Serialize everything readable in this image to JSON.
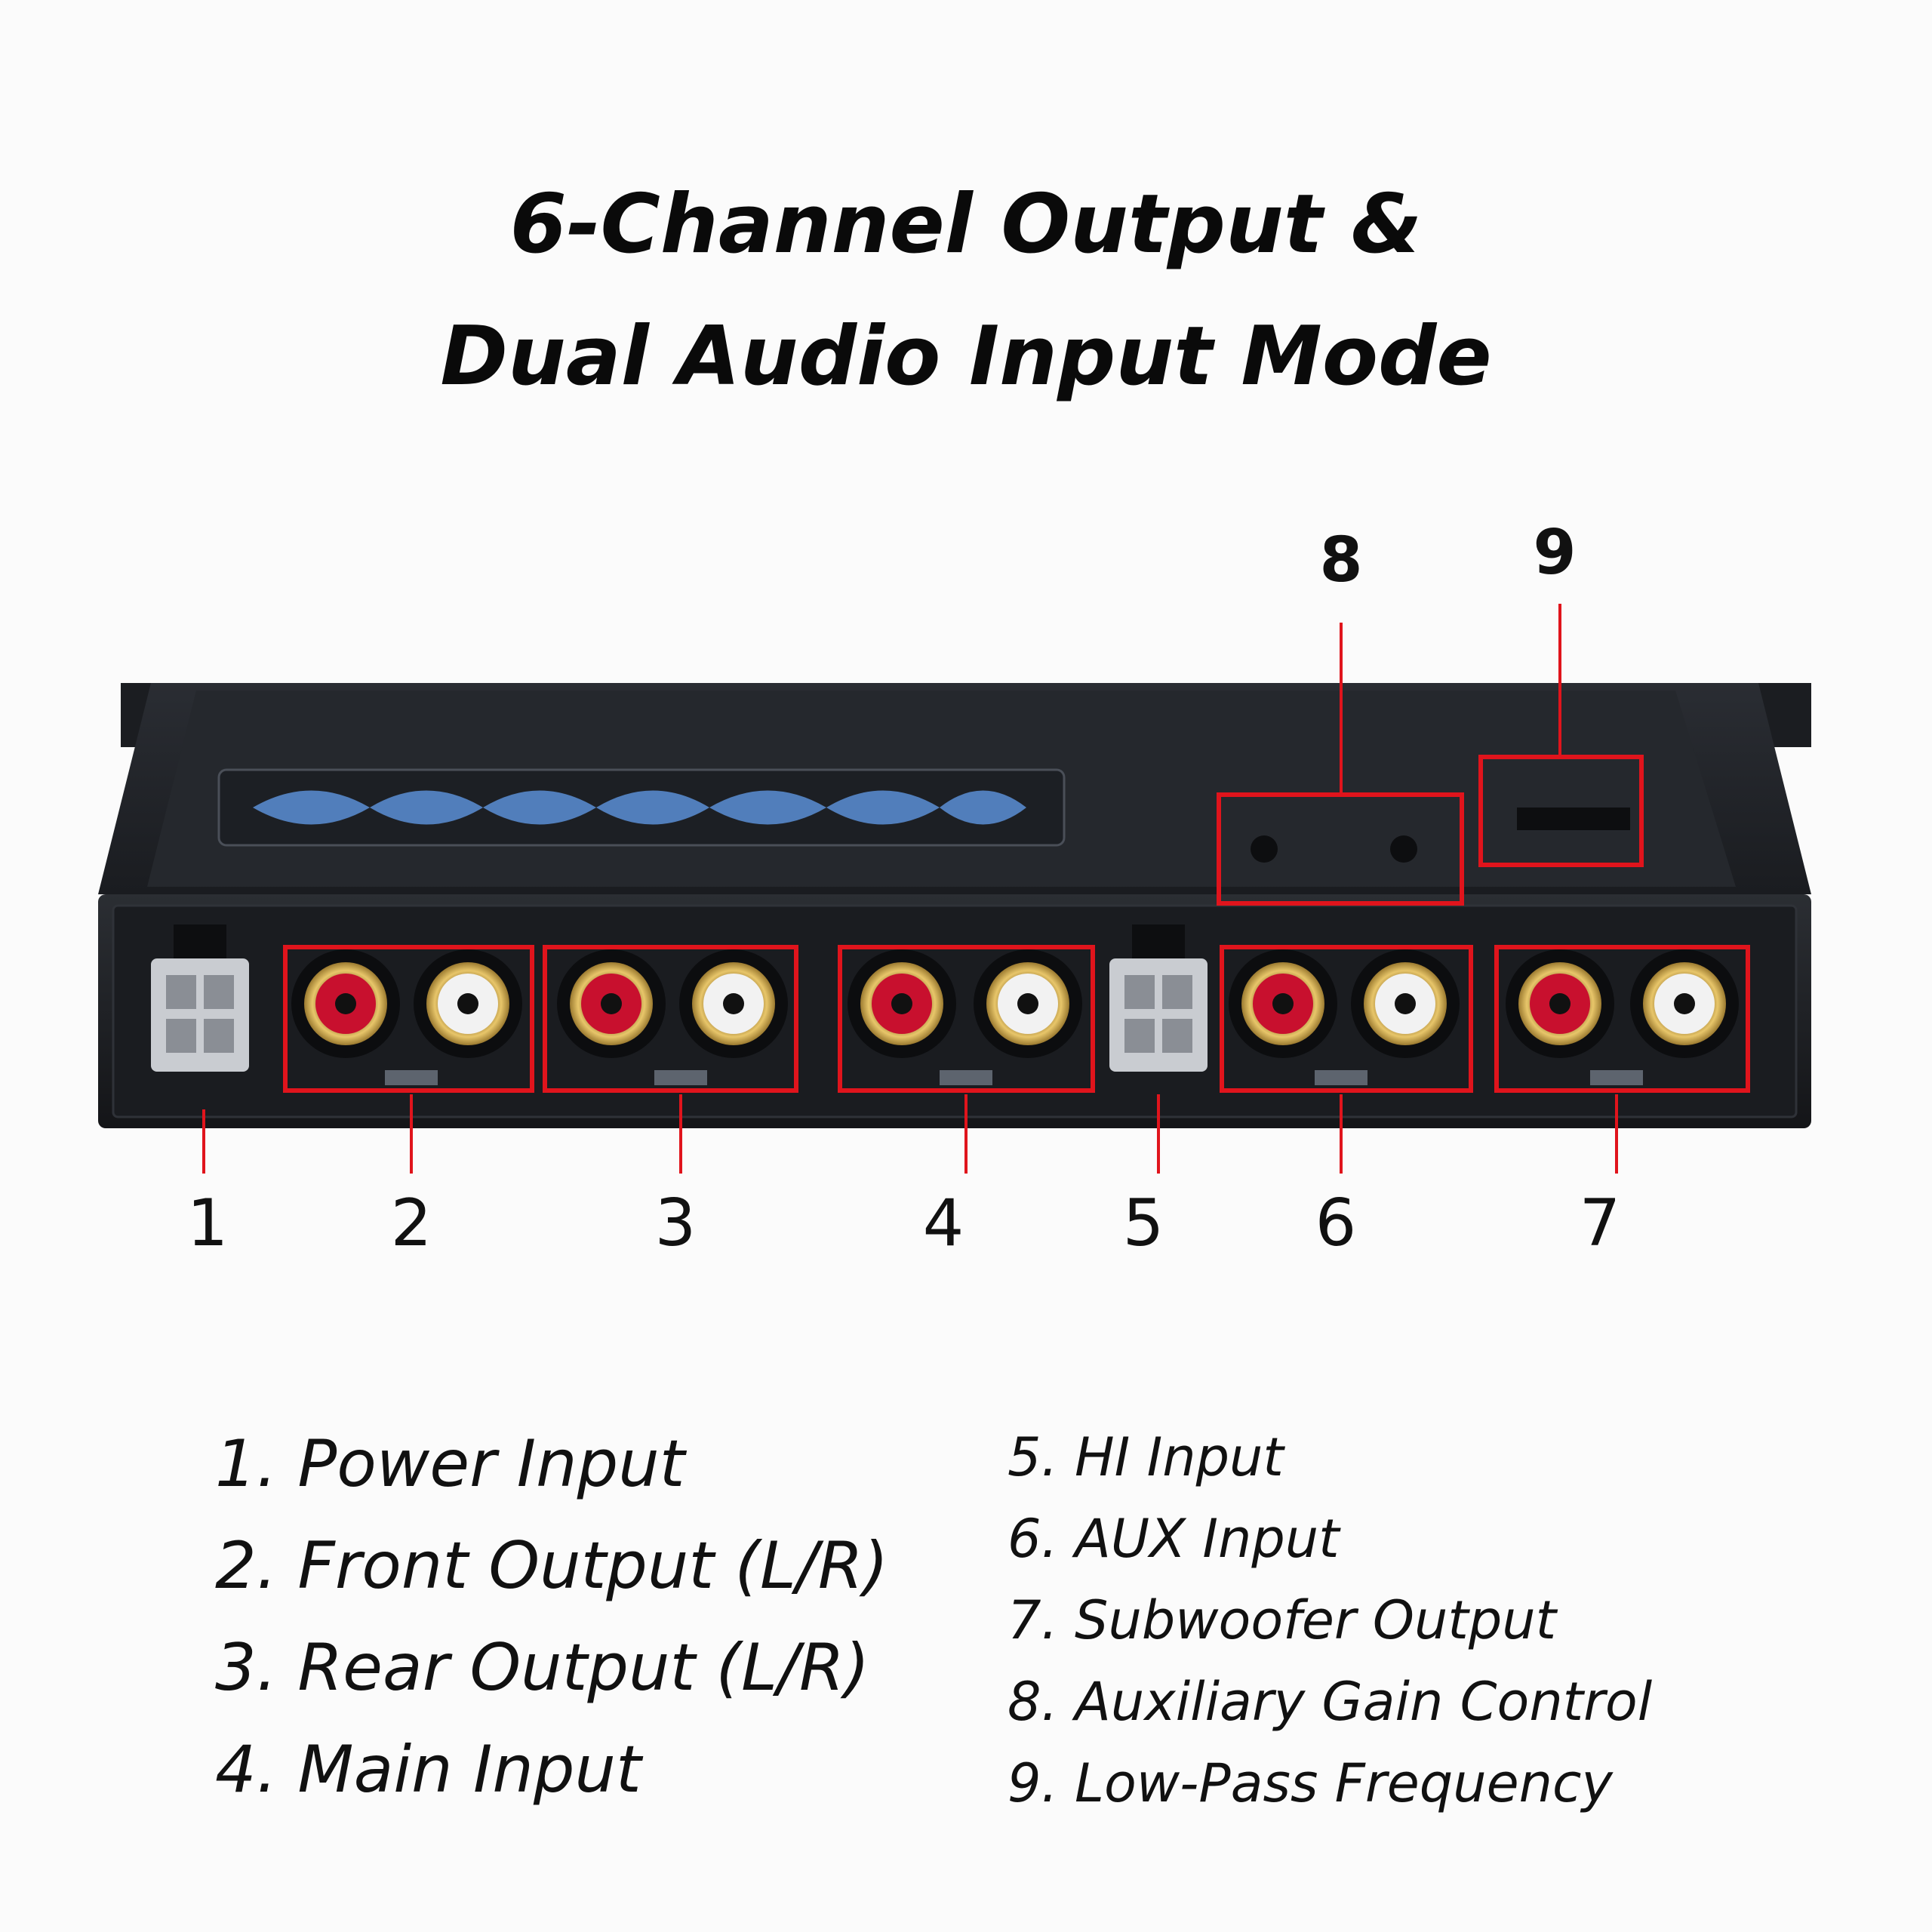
{
  "title": {
    "line1": "6-Channel Output &",
    "line2": "Dual Audio Input Mode"
  },
  "callouts": [
    "1",
    "2",
    "3",
    "4",
    "5",
    "6",
    "7",
    "8",
    "9"
  ],
  "legend": {
    "left": [
      "1. Power Input",
      "2. Front Output (L/R)",
      "3. Rear Output (L/R)",
      "4. Main Input"
    ],
    "right": [
      "5. HI Input",
      "6. AUX Input",
      "7. Subwoofer Output",
      "8. Auxiliary Gain Control",
      "9. Low-Pass Frequency"
    ]
  },
  "colors": {
    "highlight": "#e0141c",
    "chassis": "#1e2024",
    "eq_wave": "#5b8fd6",
    "gold": "#c9a24a"
  }
}
